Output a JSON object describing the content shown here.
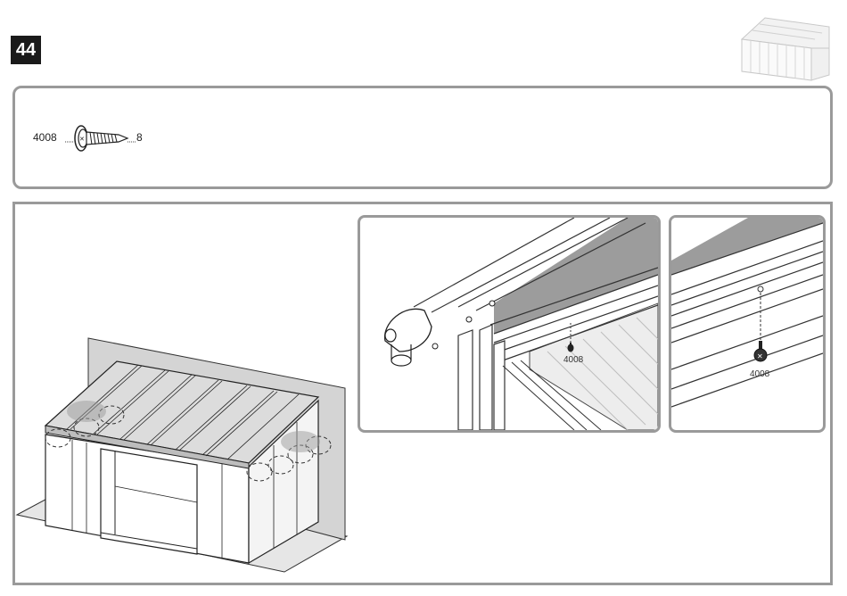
{
  "step": {
    "number": "44"
  },
  "parts": [
    {
      "code": "4008",
      "quantity": "8",
      "icon": "self-drilling-screw-icon"
    }
  ],
  "detail_left": {
    "callout": "4008"
  },
  "detail_right": {
    "callout": "4008"
  },
  "colors": {
    "frame_border": "#9a9a9a",
    "badge_bg": "#1a1a1a",
    "panel_fill": "#d9d9d9",
    "wall_fill": "#d4d4d4",
    "dark_stripe": "#9c9c9c"
  }
}
